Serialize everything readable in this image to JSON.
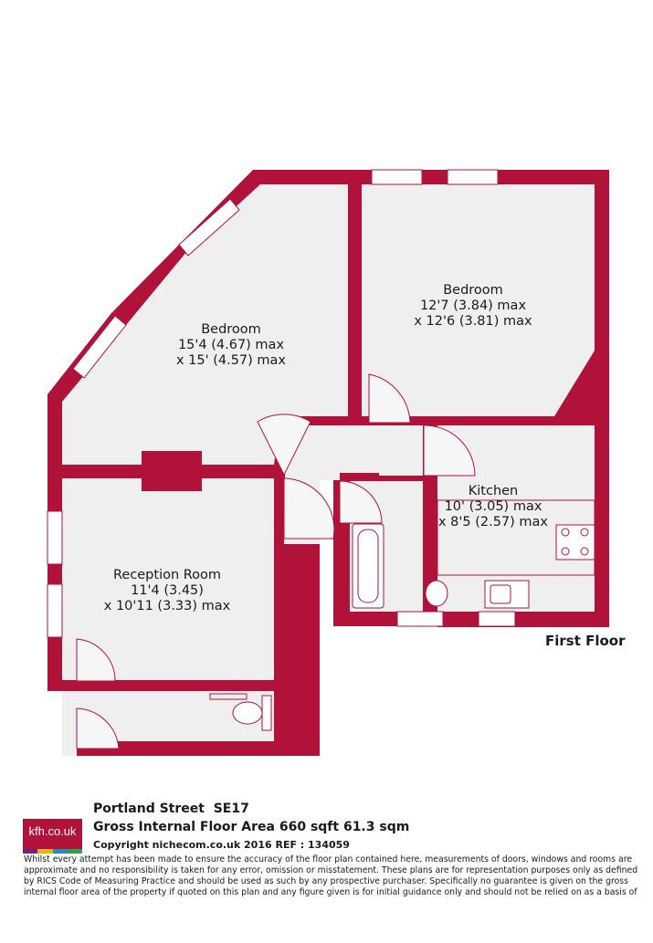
{
  "colors": {
    "wall": "#b1123a",
    "floor": "#efefef",
    "fixture": "#c9c9c9",
    "text": "#1a1a1a"
  },
  "rooms": {
    "bedroom1": {
      "name": "Bedroom",
      "dim1": "15'4 (4.67) max",
      "dim2": "x 15' (4.57) max"
    },
    "bedroom2": {
      "name": "Bedroom",
      "dim1": "12'7 (3.84) max",
      "dim2": "x 12'6 (3.81) max"
    },
    "kitchen": {
      "name": "Kitchen",
      "dim1": "10' (3.05) max",
      "dim2": "x 8'5 (2.57) max"
    },
    "reception": {
      "name": "Reception Room",
      "dim1": "11'4 (3.45)",
      "dim2": "x 10'11 (3.33) max"
    }
  },
  "floor_label": "First Floor",
  "logo": {
    "text": "kfh.co.uk",
    "bar_colors": [
      "#7a1f7a",
      "#e2b21b",
      "#1f8fc0",
      "#2ea14a"
    ]
  },
  "info": {
    "title": "Portland Street  SE17",
    "area": "Gross Internal Floor Area 660 sqft 61.3 sqm",
    "copyright": "Copyright nichecom.co.uk 2016 REF : 134059"
  },
  "disclaimer": "Whilst every attempt has been made to ensure the accuracy of the floor plan contained here, measurements of doors, windows and rooms are approximate and no responsibility is taken for any error, omission or misstatement.  These plans are for representation purposes only as defined by RICS Code of Measuring Practice and should be used as such by any prospective purchaser.  Specifically no guarantee is given on the gross internal floor area of the property if quoted on this plan and any figure given is for initial guidance only and should not be relied on as a basis of valuation."
}
